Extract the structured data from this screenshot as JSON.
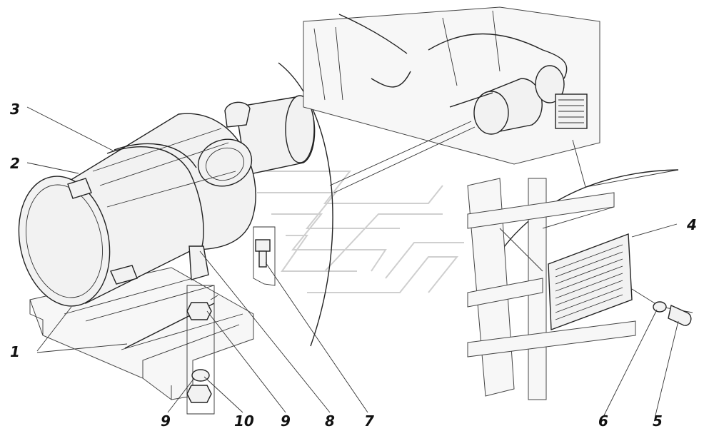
{
  "callouts": [
    {
      "id": "1",
      "text": "1"
    },
    {
      "id": "2",
      "text": "2"
    },
    {
      "id": "3",
      "text": "3"
    },
    {
      "id": "4",
      "text": "4"
    },
    {
      "id": "5",
      "text": "5"
    },
    {
      "id": "6",
      "text": "6"
    },
    {
      "id": "7",
      "text": "7"
    },
    {
      "id": "8",
      "text": "8"
    },
    {
      "id": "9a",
      "text": "9"
    },
    {
      "id": "9b",
      "text": "9"
    },
    {
      "id": "10",
      "text": "10"
    }
  ],
  "colors": {
    "line": "#222222",
    "fill": "#f2f2f2",
    "watermark": "#cfcfcf"
  }
}
